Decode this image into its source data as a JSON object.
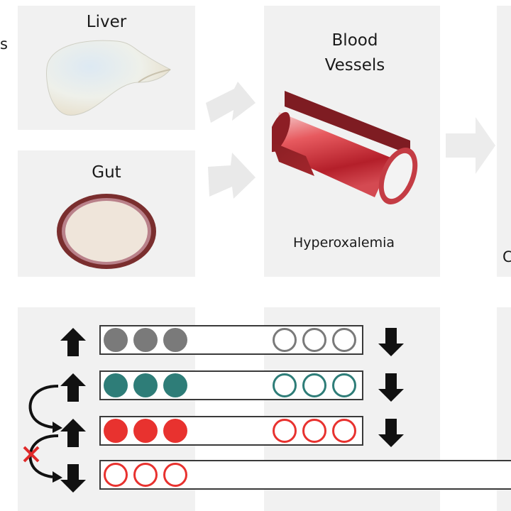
{
  "left_edge_text": "s",
  "right_edge_text": "C",
  "organs": {
    "liver": {
      "label": "Liver"
    },
    "gut": {
      "label": "Gut"
    },
    "vessels": {
      "label_line1": "Blood",
      "label_line2": "Vessels",
      "caption": "Hyperoxalemia"
    }
  },
  "legend_rows": [
    {
      "color": "#7a7a7a",
      "filled_count": 3,
      "hollow_count": 3,
      "left_arrow": "up",
      "right_arrow": "down"
    },
    {
      "color": "#2e7d78",
      "filled_count": 3,
      "hollow_count": 3,
      "left_arrow": "up",
      "right_arrow": "down"
    },
    {
      "color": "#e8322f",
      "filled_count": 3,
      "hollow_count": 3,
      "left_arrow": "up",
      "right_arrow": "down"
    },
    {
      "color": "#e8322f",
      "filled_count": 0,
      "hollow_count": 3,
      "left_arrow": "down",
      "right_arrow": "none"
    }
  ],
  "icons": {
    "connector": "curved-arrow-icon",
    "blocked": "red-x-icon",
    "flow": "chevron-arrow-icon"
  }
}
